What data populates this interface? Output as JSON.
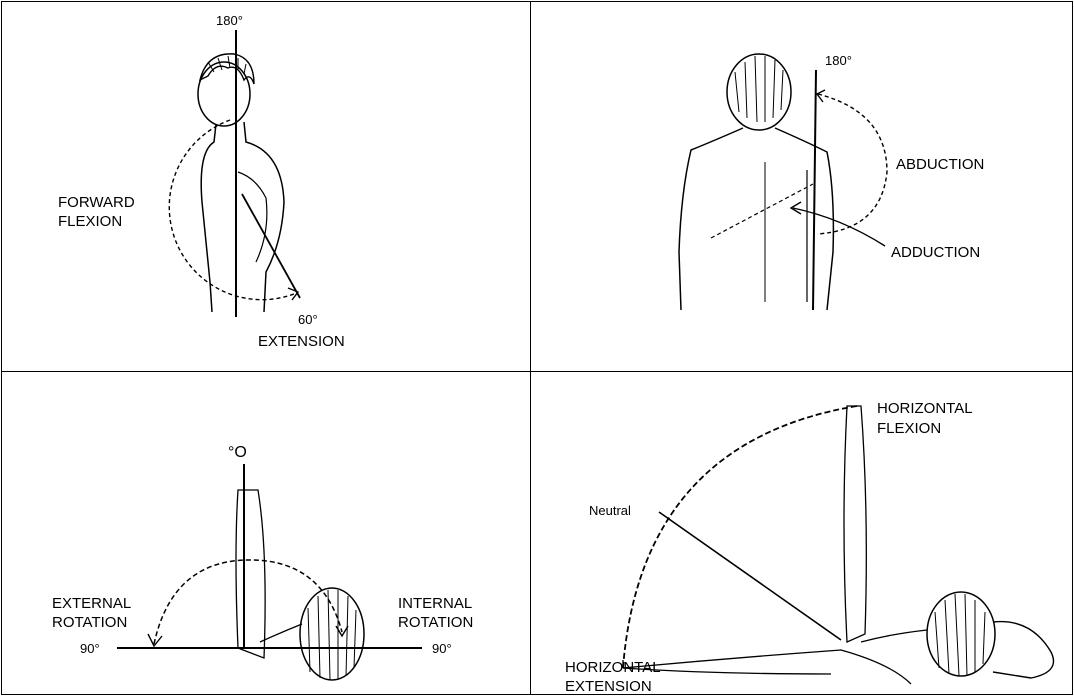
{
  "panels": {
    "flexion_extension": {
      "top_angle": "180°",
      "flexion_line1": "FORWARD",
      "flexion_line2": "FLEXION",
      "extension_angle": "60°",
      "extension_label": "EXTENSION"
    },
    "abduction_adduction": {
      "top_angle": "180°",
      "abduction_label": "ABDUCTION",
      "adduction_label": "ADDUCTION"
    },
    "rotation": {
      "top_angle": "°O",
      "external_line1": "EXTERNAL",
      "external_line2": "ROTATION",
      "left_angle": "90°",
      "internal_line1": "INTERNAL",
      "internal_line2": "ROTATION",
      "right_angle": "90°"
    },
    "horizontal": {
      "flexion_line1": "HORIZONTAL",
      "flexion_line2": "FLEXION",
      "neutral_label": "Neutral",
      "extension_line1": "HORIZONTAL",
      "extension_line2": "EXTENSION"
    }
  }
}
